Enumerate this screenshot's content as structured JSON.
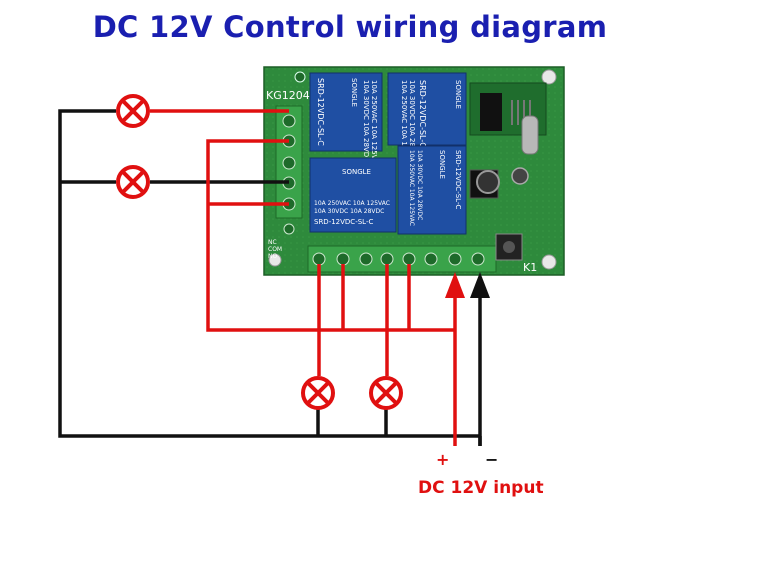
{
  "title": "DC 12V  Control wiring diagram",
  "power": {
    "plus": "+",
    "minus": "−",
    "input_label": "DC 12V input"
  },
  "board": {
    "model": "KG1204",
    "button_label": "K1",
    "terminal_labels": [
      "NC",
      "COM",
      "NO"
    ],
    "relays": [
      {
        "brand": "SONGLE",
        "model": "SRD-12VDC-SL-C",
        "rating1": "10A 250VAC  10A 125VAC",
        "rating2": "10A 30VDC  10A 28VDC"
      },
      {
        "brand": "SONGLE",
        "model": "SRD-12VDC-SL-C",
        "rating1": "10A 250VAC  10A 125VAC",
        "rating2": "10A 30VDC  10A 28VDC"
      },
      {
        "brand": "SONGLE",
        "model": "SRD-12VDC-SL-C",
        "rating1": "10A 250VAC  10A 125VAC",
        "rating2": "10A 30VDC  10A 28VDC"
      },
      {
        "brand": "SONGLE",
        "model": "SRD-12VDC-SL-C",
        "rating1": "10A 250VAC  10A 125VAC",
        "rating2": "10A 30VDC  10A 28VDC"
      }
    ]
  },
  "colors": {
    "title": "#1a1fb0",
    "positive_wire": "#e01010",
    "negative_wire": "#111111",
    "board": "#2f8a3a",
    "relay": "#1f4fa3",
    "lamp": "#e01010"
  }
}
